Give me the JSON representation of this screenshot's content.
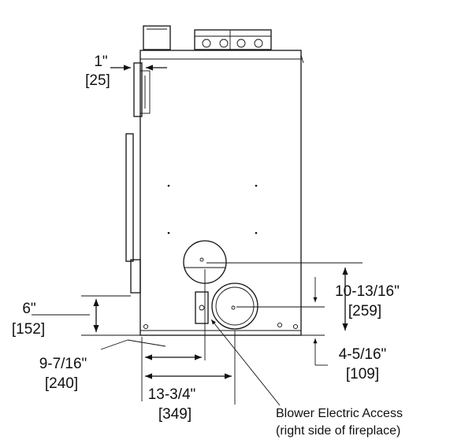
{
  "dimensions": {
    "side_offset": {
      "imperial": "1\"",
      "metric": "[25]"
    },
    "bottom_clearance": {
      "imperial": "6\"",
      "metric": "[152]"
    },
    "upper_collar_height": {
      "imperial": "10-13/16\"",
      "metric": "[259]"
    },
    "lower_collar_height": {
      "imperial": "4-5/16\"",
      "metric": "[109]"
    },
    "upper_collar_offset": {
      "imperial": "9-7/16\"",
      "metric": "[240]"
    },
    "lower_collar_offset": {
      "imperial": "13-3/4\"",
      "metric": "[349]"
    }
  },
  "callout": {
    "line1": "Blower Electric Access",
    "line2": "(right side of fireplace)"
  }
}
